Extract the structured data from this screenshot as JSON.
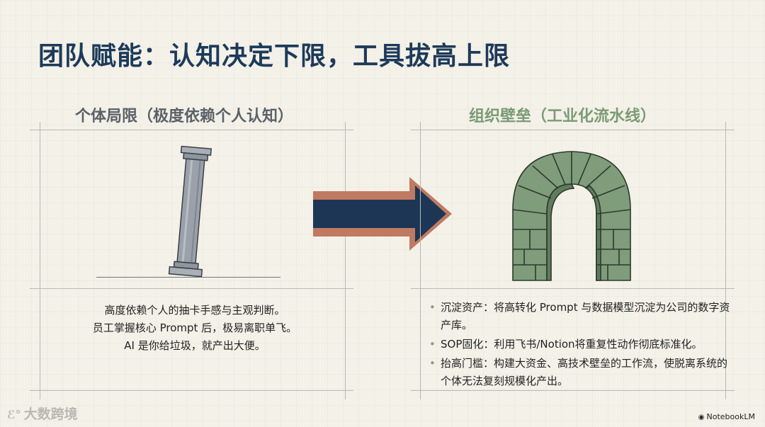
{
  "slide": {
    "title": "团队赋能：认知决定下限，工具拔高上限"
  },
  "left_panel": {
    "heading": "个体局限（极度依赖个人认知）",
    "illustration_icon": "tilted-pillar-icon",
    "caption_lines": [
      "高度依赖个人的抽卡手感与主观判断。",
      "员工掌握核心 Prompt 后，极易离职单飞。",
      "AI 是你给垃圾，就产出大便。"
    ]
  },
  "arrow": {
    "icon": "right-arrow-icon",
    "fill_color": "#1d3656",
    "outline_color": "#c07a62"
  },
  "right_panel": {
    "heading": "组织壁垒（工业化流水线）",
    "illustration_icon": "stone-arch-icon",
    "bullets": [
      "沉淀资产：将高转化 Prompt 与数据模型沉淀为公司的数字资产库。",
      "SOP固化：利用飞书/Notion将重复性动作彻底标准化。",
      "抬高门槛：构建大资金、高技术壁垒的工作流，使脱离系统的个体无法复刻规模化产出。"
    ]
  },
  "footer": {
    "watermark": "大数跨境",
    "brand": "NotebookLM",
    "brand_icon": "notebooklm-icon"
  },
  "colors": {
    "title": "#1d3a5a",
    "left_heading": "#5b6169",
    "right_heading": "#7a9a74",
    "arch_fill": "#7f9c7b",
    "pillar_fill": "#9aa1aa"
  }
}
